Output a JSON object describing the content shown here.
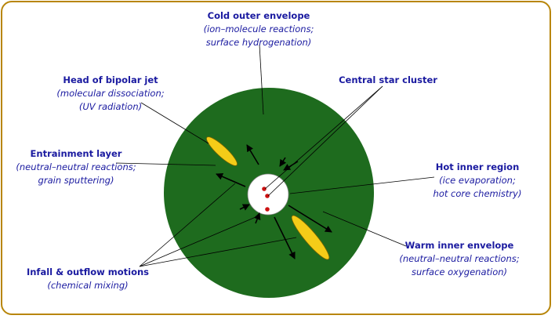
{
  "labels": {
    "cold_outer_envelope": {
      "title": "Cold outer envelope",
      "sub1": "(ion–molecule reactions;",
      "sub2": "surface hydrogenation)"
    },
    "head_of_bipolar_jet": {
      "title": "Head of bipolar jet",
      "sub1": "(molecular dissociation;",
      "sub2": "(UV radiation)"
    },
    "central_star_cluster": {
      "title": "Central star cluster"
    },
    "entrainment_layer": {
      "title": "Entrainment layer",
      "sub1": "(neutral–neutral reactions;",
      "sub2": "grain sputtering)"
    },
    "hot_inner_region": {
      "title": "Hot inner region",
      "sub1": "(ice evaporation;",
      "sub2": "hot core chemistry)"
    },
    "warm_inner_envelope": {
      "title": "Warm inner envelope",
      "sub1": "(neutral–neutral reactions;",
      "sub2": "surface oxygenation)"
    },
    "infall_outflow": {
      "title": "Infall & outflow motions",
      "sub1": "(chemical mixing)"
    }
  },
  "colors": {
    "border": "#b8860b",
    "envelope": "#1e6b1e",
    "jet": "#f4cc18",
    "star": "#cc1111",
    "text": "#1a1aa0"
  }
}
